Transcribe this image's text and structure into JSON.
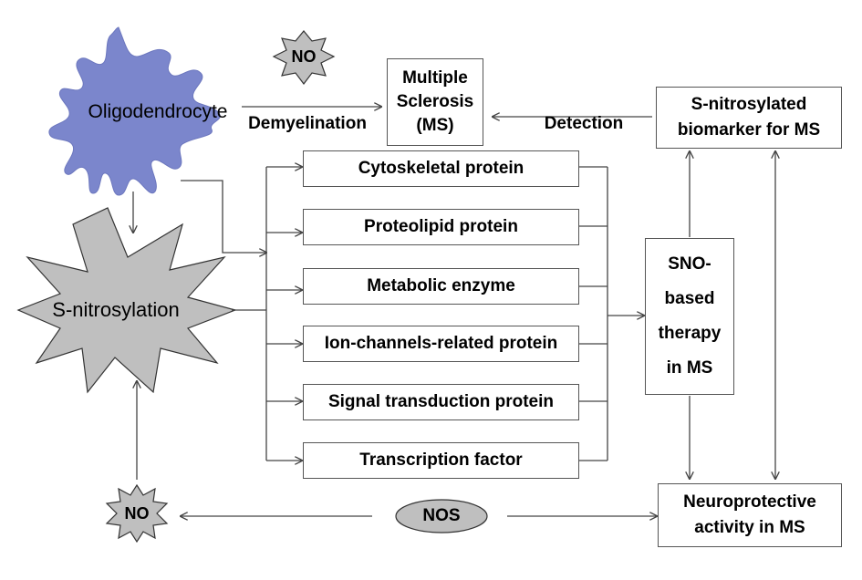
{
  "cells": {
    "oligodendrocyte": "Oligodendrocyte",
    "nitrosylation": "S-nitrosylation",
    "no_top": "NO",
    "no_bottom": "NO",
    "nos": "NOS",
    "ms": [
      "Multiple",
      "Sclerosis",
      "(MS)"
    ],
    "biomarker": [
      "S-nitrosylated",
      "biomarker for MS"
    ],
    "therapy": [
      "SNO-",
      "based",
      "therapy",
      "in MS"
    ],
    "neuroprotective": [
      "Neuroprotective",
      "activity in MS"
    ]
  },
  "proteins": [
    "Cytoskeletal protein",
    "Proteolipid protein",
    "Metabolic enzyme",
    "Ion-channels-related protein",
    "Signal transduction protein",
    "Transcription factor"
  ],
  "edge_labels": {
    "demyelination": "Demyelination",
    "detection": "Detection"
  },
  "colors": {
    "oligo_fill": "#7b86cc",
    "star_fill": "#bfbfbf",
    "line": "#444444"
  }
}
